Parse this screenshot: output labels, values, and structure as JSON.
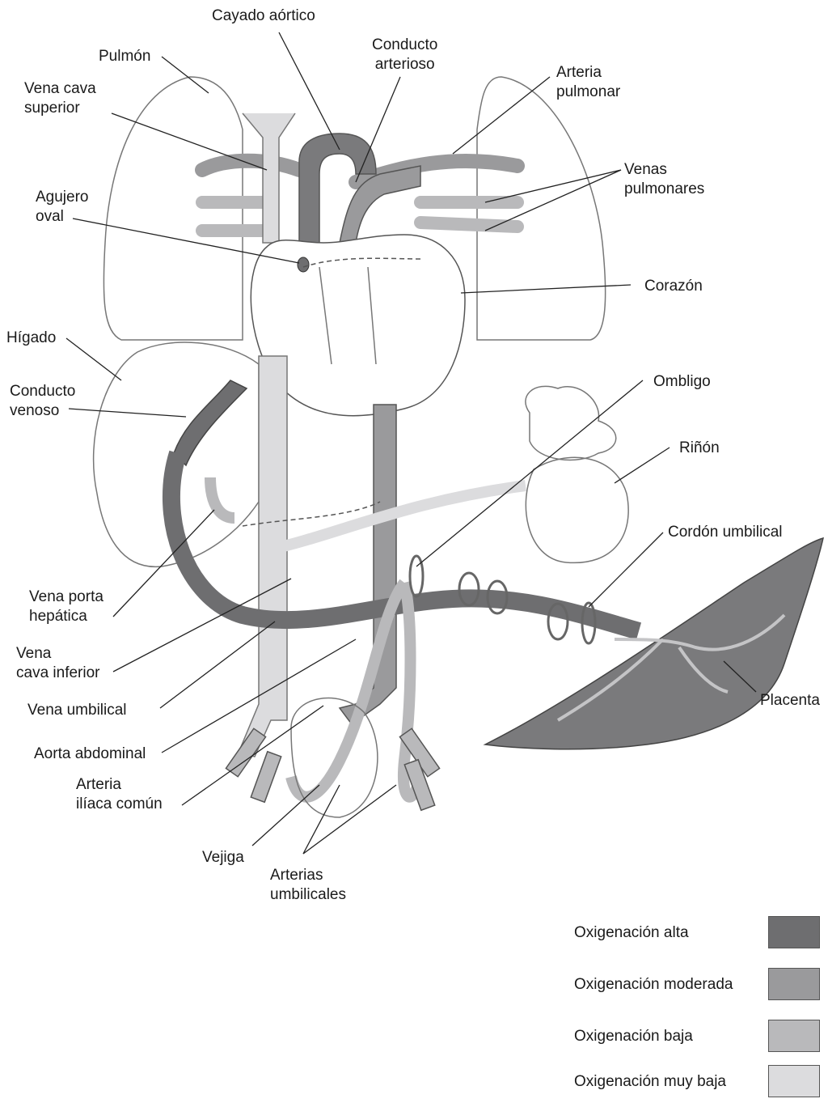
{
  "labels": {
    "cayado_aortico": "Cayado aórtico",
    "conducto_arterioso": "Conducto\narterioso",
    "pulmon": "Pulmón",
    "arteria_pulmonar": "Arteria\npulmonar",
    "vena_cava_superior": "Vena cava\nsuperior",
    "venas_pulmonares": "Venas\npulmonares",
    "agujero_oval": "Agujero\noval",
    "corazon": "Corazón",
    "higado": "Hígado",
    "conducto_venoso": "Conducto\nvenoso",
    "ombligo": "Ombligo",
    "rinon": "Riñón",
    "cordon_umbilical": "Cordón umbilical",
    "vena_porta_hepatica": "Vena porta\nhepática",
    "vena_cava_inferior": "Vena\ncava inferior",
    "vena_umbilical": "Vena umbilical",
    "placenta": "Placenta",
    "aorta_abdominal": "Aorta abdominal",
    "arteria_iliaca_comun": "Arteria\nilíaca común",
    "vejiga": "Vejiga",
    "arterias_umbilicales": "Arterias\numbilicales"
  },
  "legend": [
    {
      "label": "Oxigenación alta",
      "color": "#6e6e70"
    },
    {
      "label": "Oxigenación moderada",
      "color": "#9a9a9c"
    },
    {
      "label": "Oxigenación baja",
      "color": "#b9b9bb"
    },
    {
      "label": "Oxigenación muy baja",
      "color": "#dcdcde"
    }
  ],
  "colors": {
    "alta": "#6e6e70",
    "moderada": "#9a9a9c",
    "baja": "#b9b9bb",
    "muy_baja": "#dcdcde",
    "outline": "#555555"
  }
}
